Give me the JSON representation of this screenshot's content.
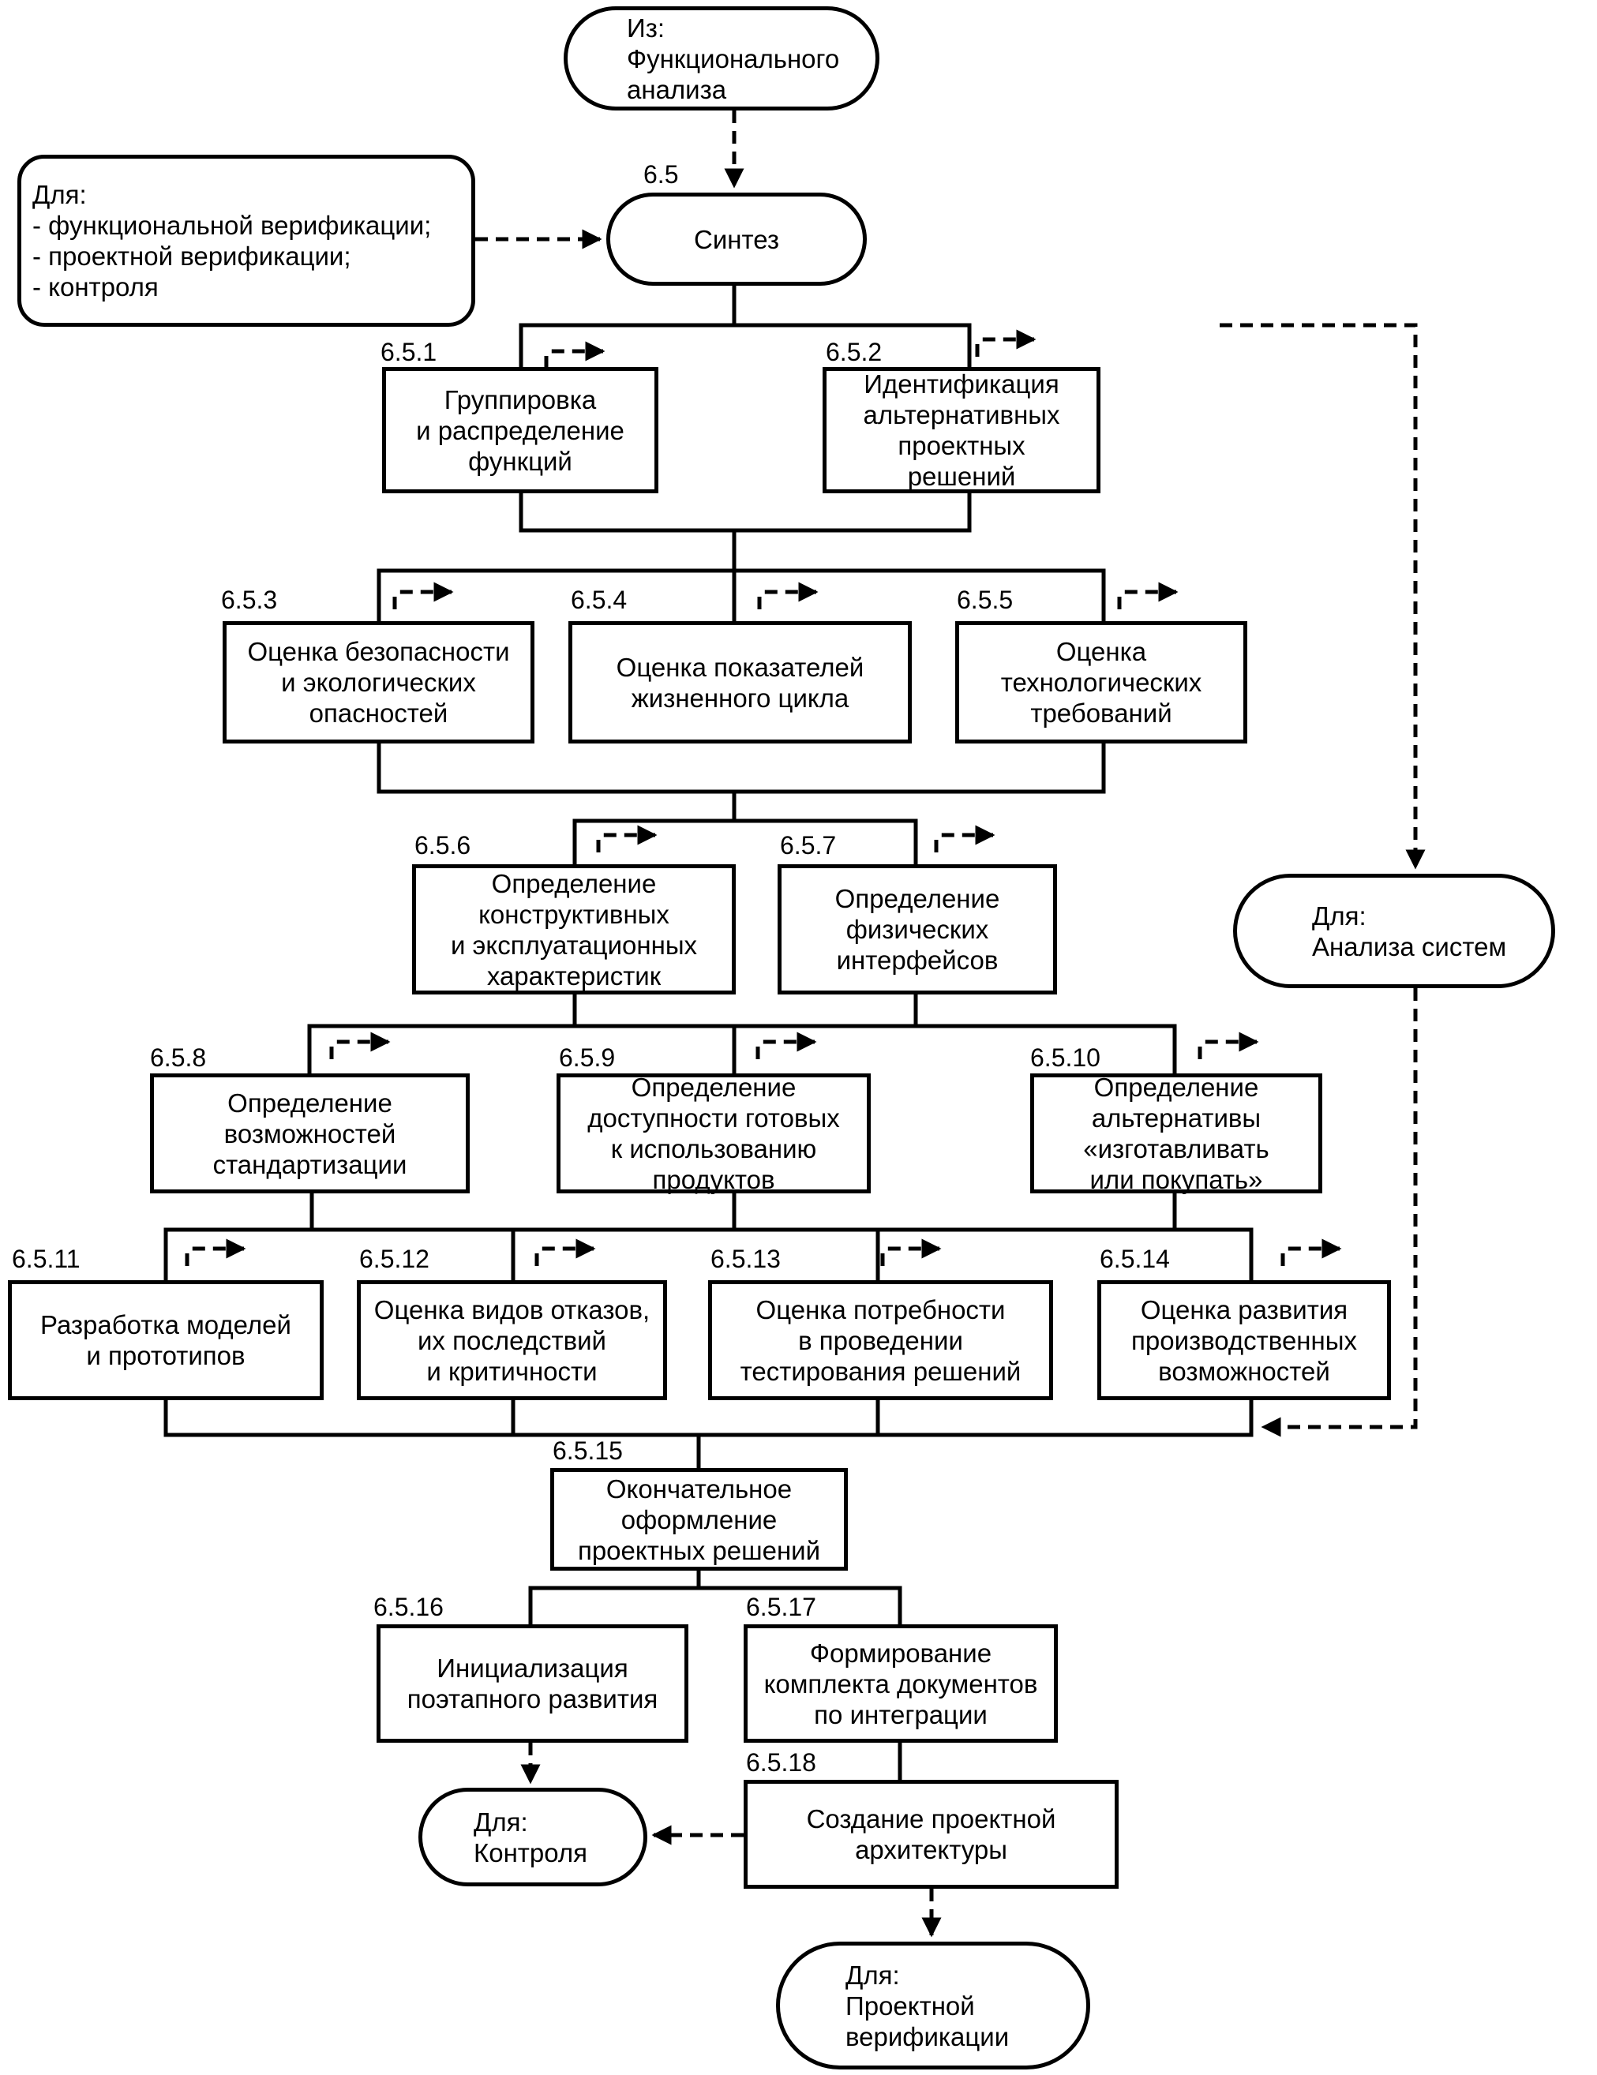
{
  "nodes": {
    "from_functional": {
      "lines": [
        "Из:",
        "Функционального",
        "анализа"
      ]
    },
    "for_verification": {
      "lines": [
        "Для:",
        "- функциональной верификации;",
        "- проектной верификации;",
        "- контроля"
      ]
    },
    "synthesis": {
      "number": "6.5",
      "lines": [
        "Синтез"
      ]
    },
    "n651": {
      "number": "6.5.1",
      "lines": [
        "Группировка",
        "и распределение",
        "функций"
      ]
    },
    "n652": {
      "number": "6.5.2",
      "lines": [
        "Идентификация",
        "альтернативных",
        "проектных",
        "решений"
      ]
    },
    "n653": {
      "number": "6.5.3",
      "lines": [
        "Оценка безопасности",
        "и экологических",
        "опасностей"
      ]
    },
    "n654": {
      "number": "6.5.4",
      "lines": [
        "Оценка показателей",
        "жизненного цикла"
      ]
    },
    "n655": {
      "number": "6.5.5",
      "lines": [
        "Оценка",
        "технологических",
        "требований"
      ]
    },
    "n656": {
      "number": "6.5.6",
      "lines": [
        "Определение",
        "конструктивных",
        "и эксплуатационных",
        "характеристик"
      ]
    },
    "n657": {
      "number": "6.5.7",
      "lines": [
        "Определение",
        "физических",
        "интерфейсов"
      ]
    },
    "n658": {
      "number": "6.5.8",
      "lines": [
        "Определение",
        "возможностей",
        "стандартизации"
      ]
    },
    "n659": {
      "number": "6.5.9",
      "lines": [
        "Определение",
        "доступности готовых",
        "к использованию",
        "продуктов"
      ]
    },
    "n6510": {
      "number": "6.5.10",
      "lines": [
        "Определение",
        "альтернативы",
        "«изготавливать",
        "или покупать»"
      ]
    },
    "n6511": {
      "number": "6.5.11",
      "lines": [
        "Разработка моделей",
        "и прототипов"
      ]
    },
    "n6512": {
      "number": "6.5.12",
      "lines": [
        "Оценка видов отказов,",
        "их последствий",
        "и критичности"
      ]
    },
    "n6513": {
      "number": "6.5.13",
      "lines": [
        "Оценка потребности",
        "в проведении",
        "тестирования решений"
      ]
    },
    "n6514": {
      "number": "6.5.14",
      "lines": [
        "Оценка развития",
        "производственных",
        "возможностей"
      ]
    },
    "n6515": {
      "number": "6.5.15",
      "lines": [
        "Окончательное",
        "оформление",
        "проектных решений"
      ]
    },
    "n6516": {
      "number": "6.5.16",
      "lines": [
        "Инициализация",
        "поэтапного развития"
      ]
    },
    "n6517": {
      "number": "6.5.17",
      "lines": [
        "Формирование",
        "комплекта документов",
        "по интеграции"
      ]
    },
    "n6518": {
      "number": "6.5.18",
      "lines": [
        "Создание проектной",
        "архитектуры"
      ]
    },
    "for_systems_analysis": {
      "lines": [
        "Для:",
        "Анализа систем"
      ]
    },
    "for_control": {
      "lines": [
        "Для:",
        "Контроля"
      ]
    },
    "for_design_verification": {
      "lines": [
        "Для:",
        "Проектной",
        "верификации"
      ]
    }
  }
}
